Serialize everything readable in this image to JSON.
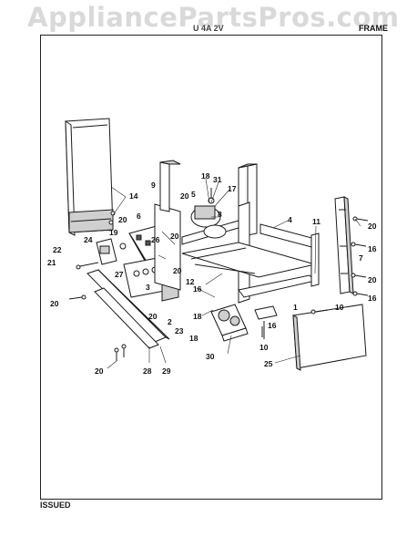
{
  "watermark": "AppliancePartsPros.com",
  "header": {
    "title_fragment": "U 4A 2V",
    "section": "FRAME"
  },
  "footer": {
    "status": "ISSUED"
  },
  "callouts": {
    "c1": "1",
    "c2": "2",
    "c3": "3",
    "c4": "4",
    "c5": "5",
    "c6": "6",
    "c7": "7",
    "c8": "8",
    "c9": "9",
    "c10": "10",
    "c11": "11",
    "c12": "12",
    "c14": "14",
    "c16": "16",
    "c18": "18",
    "c19": "19",
    "c20": "20",
    "c21": "21",
    "c22": "22",
    "c23": "23",
    "c24": "24",
    "c25": "25",
    "c26": "26",
    "c27": "27",
    "c28": "28",
    "c29": "29",
    "c30": "30",
    "c31": "31",
    "c17": "17"
  }
}
